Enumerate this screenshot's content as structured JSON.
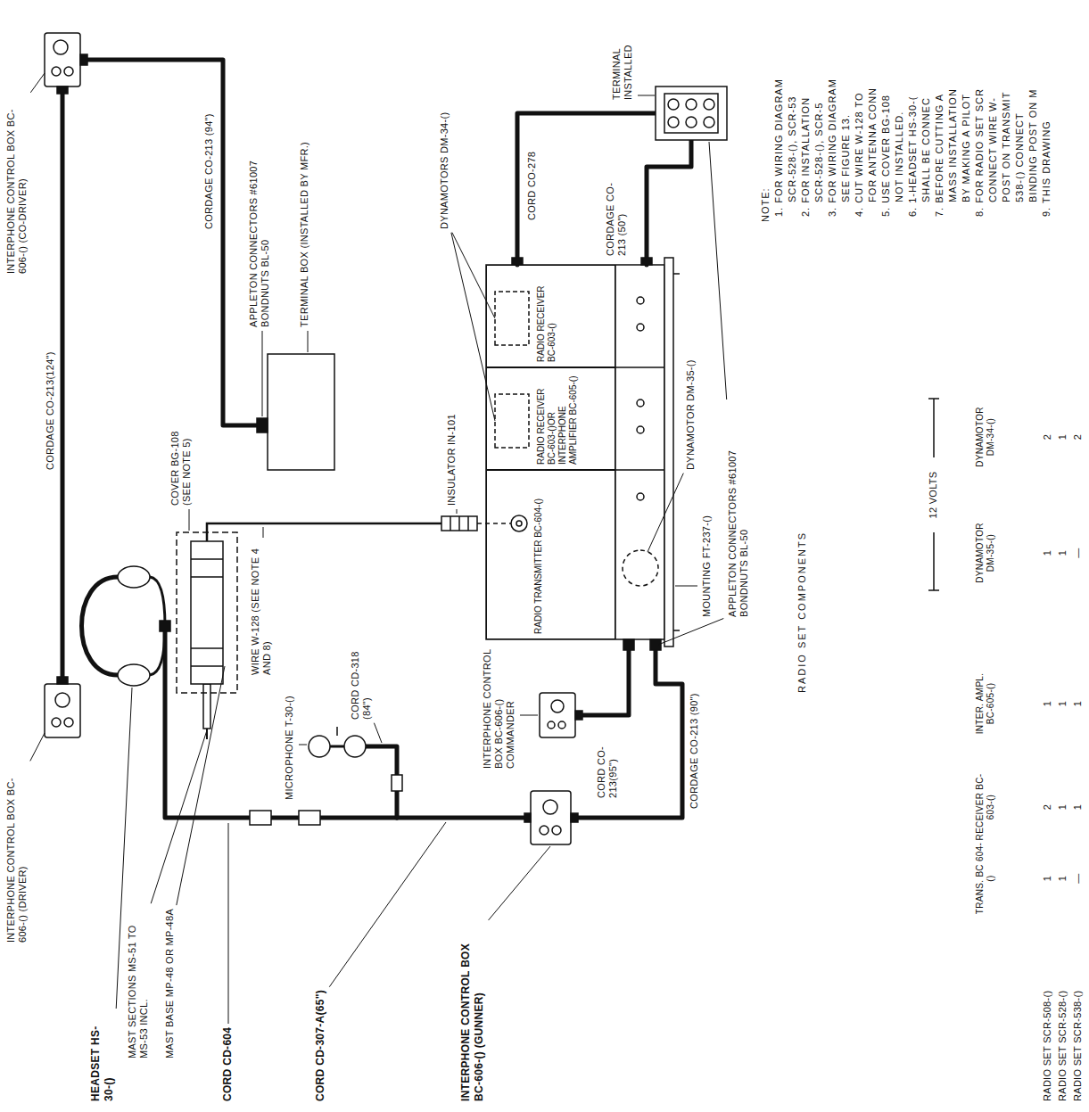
{
  "diagram": {
    "nodes": [
      {
        "text": [
          "RADIO TRANSMITTER BC-604-()"
        ]
      },
      {
        "text": [
          "RADIO RECEIVER BC-603-()OR INTERPHONE AMPLIFIER BC-605-()"
        ]
      },
      {
        "text": [
          "RADIO RECEIVER BC-603-()"
        ]
      }
    ],
    "labels": [
      "INTERPHONE CONTROL BOX BC-606-() (DRIVER)",
      "INTERPHONE CONTROL BOX BC-606-() (CO-DRIVER)",
      "CORDAGE CO-213(124\")",
      "CORDAGE CO-213 (94\")",
      "APPLETON CONNECTORS #61007 BONDNUTS BL-50",
      "TERMINAL BOX (INSTALLED BY MFR.)",
      "COVER BG-108 (SEE NOTE 5)",
      "HEADSET HS-30-()",
      "MAST SECTIONS MS-51 TO MS-53 INCL.",
      "MAST BASE MP-48 OR MP-48A",
      "WIRE W-128 (SEE NOTE 4 AND 8)",
      "INSULATOR IN-101",
      "DYNAMOTORS DM-34-()",
      "CORD CO-278",
      "TERMINAL INSTALLED",
      "CORD CD-604",
      "MICROPHONE T-30-()",
      "CORD CD-318 (84\")",
      "CORD CD-307-A(65\")",
      "INTERPHONE CONTROL BOX BC-606-() (GUNNER)",
      "INTERPHONE CONTROL BOX BC-606-() COMMANDER",
      "CORD CO-213(95\")",
      "CORDAGE CO-213 (90\")",
      "MOUNTING FT-237-()",
      "DYNAMOTOR DM-35-()",
      "CORDAGE CO-213 (50\")",
      "APPLETON CONNECTORS #61007 BONDNUTS BL-50",
      "RADIO SET COMPONENTS",
      "12 VOLTS",
      "TRANS. BC 604-()",
      "RECEIVER BC-603-()",
      "INTER. AMPL. BC-605-()",
      "DYNAMOTOR DM-35-()",
      "DYNAMOTOR DM-34-()",
      "RADIO SET SCR-508-()",
      "1",
      "2",
      "1",
      "1",
      "2",
      "RADIO SET SCR-528-()",
      "1",
      "1",
      "1",
      "1",
      "1",
      "RADIO SET SCR-538-()",
      "—",
      "1",
      "1",
      "—",
      "2",
      "NOTE:",
      "1. FOR WIRING DIAGRAM",
      "SCR-528-(), SCR-53",
      "2. FOR INSTALLATION",
      "SCR-528-(), SCR-5",
      "3. FOR WIRING DIAGRAM",
      "SEE FIGURE 13.",
      "4. CUT WIRE W-128 TO",
      "FOR ANTENNA CONN",
      "5. USE COVER BG-108",
      "NOT INSTALLED.",
      "6. 1-HEADSET HS-30-(",
      "SHALL BE CONNEC",
      "7. BEFORE CUTTING A",
      "MASS INSTALLATION",
      "BY MAKING A PILOT",
      "8. FOR RADIO SET SCR",
      "CONNECT WIRE W-",
      "POST ON TRANSMIT",
      "538-() CONNECT",
      "BINDING POST ON M",
      "9. THIS DRAWING"
    ]
  }
}
